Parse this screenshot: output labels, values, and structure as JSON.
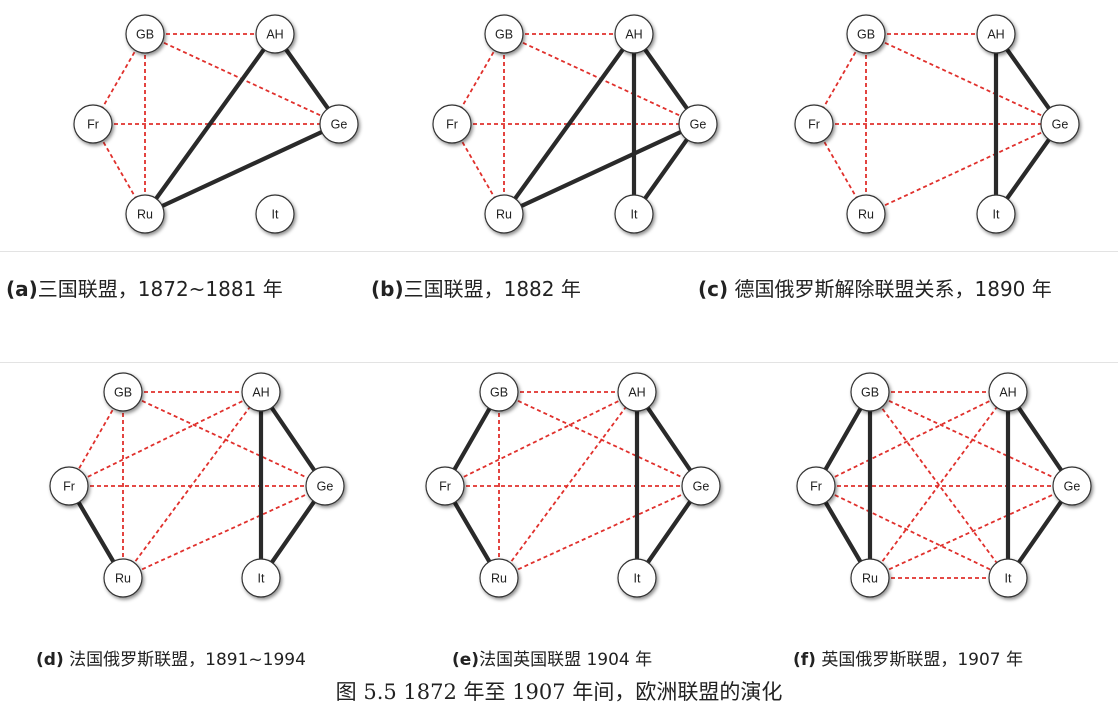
{
  "figure_caption": "图 5.5 1872 年至 1907 年间，欧洲联盟的演化",
  "colors": {
    "ally": "#2a2a2a",
    "hostile": "#e0302c",
    "node_fill": "#ffffff",
    "node_stroke": "#333333"
  },
  "panels": [
    {
      "tag": "(a)",
      "caption": "三国联盟，1872~1881 年",
      "alliances": [
        [
          "AH",
          "Ge"
        ],
        [
          "AH",
          "Ru"
        ],
        [
          "Ru",
          "Ge"
        ]
      ],
      "hostilities": [
        [
          "GB",
          "AH"
        ],
        [
          "GB",
          "Fr"
        ],
        [
          "GB",
          "Ru"
        ],
        [
          "GB",
          "Ge"
        ],
        [
          "Fr",
          "Ge"
        ],
        [
          "Fr",
          "Ru"
        ]
      ]
    },
    {
      "tag": "(b)",
      "caption": "三国联盟，1882 年",
      "alliances": [
        [
          "AH",
          "Ge"
        ],
        [
          "AH",
          "Ru"
        ],
        [
          "Ru",
          "Ge"
        ],
        [
          "AH",
          "It"
        ],
        [
          "Ge",
          "It"
        ]
      ],
      "hostilities": [
        [
          "GB",
          "AH"
        ],
        [
          "GB",
          "Fr"
        ],
        [
          "GB",
          "Ru"
        ],
        [
          "GB",
          "Ge"
        ],
        [
          "Fr",
          "Ge"
        ],
        [
          "Fr",
          "Ru"
        ]
      ]
    },
    {
      "tag": "(c)",
      "caption": "德国俄罗斯解除联盟关系，1890 年",
      "alliances": [
        [
          "AH",
          "Ge"
        ],
        [
          "AH",
          "It"
        ],
        [
          "Ge",
          "It"
        ]
      ],
      "hostilities": [
        [
          "GB",
          "AH"
        ],
        [
          "GB",
          "Fr"
        ],
        [
          "GB",
          "Ru"
        ],
        [
          "GB",
          "Ge"
        ],
        [
          "Fr",
          "Ge"
        ],
        [
          "Fr",
          "Ru"
        ],
        [
          "Ru",
          "Ge"
        ]
      ]
    },
    {
      "tag": "(d)",
      "caption": "法国俄罗斯联盟，1891~1994",
      "alliances": [
        [
          "AH",
          "Ge"
        ],
        [
          "AH",
          "It"
        ],
        [
          "Ge",
          "It"
        ],
        [
          "Fr",
          "Ru"
        ]
      ],
      "hostilities": [
        [
          "GB",
          "AH"
        ],
        [
          "GB",
          "Fr"
        ],
        [
          "GB",
          "Ru"
        ],
        [
          "GB",
          "Ge"
        ],
        [
          "Fr",
          "Ge"
        ],
        [
          "Fr",
          "AH"
        ],
        [
          "Ru",
          "AH"
        ],
        [
          "Ru",
          "Ge"
        ]
      ]
    },
    {
      "tag": "(e)",
      "caption": "法国英国联盟 1904 年",
      "alliances": [
        [
          "AH",
          "Ge"
        ],
        [
          "AH",
          "It"
        ],
        [
          "Ge",
          "It"
        ],
        [
          "Fr",
          "Ru"
        ],
        [
          "GB",
          "Fr"
        ]
      ],
      "hostilities": [
        [
          "GB",
          "AH"
        ],
        [
          "GB",
          "Ge"
        ],
        [
          "GB",
          "Ru"
        ],
        [
          "Fr",
          "Ge"
        ],
        [
          "Fr",
          "AH"
        ],
        [
          "Ru",
          "AH"
        ],
        [
          "Ru",
          "Ge"
        ]
      ]
    },
    {
      "tag": "(f)",
      "caption": "英国俄罗斯联盟，1907 年",
      "alliances": [
        [
          "AH",
          "Ge"
        ],
        [
          "AH",
          "It"
        ],
        [
          "Ge",
          "It"
        ],
        [
          "Fr",
          "Ru"
        ],
        [
          "GB",
          "Fr"
        ],
        [
          "GB",
          "Ru"
        ]
      ],
      "hostilities": [
        [
          "GB",
          "AH"
        ],
        [
          "GB",
          "Ge"
        ],
        [
          "GB",
          "It"
        ],
        [
          "Fr",
          "Ge"
        ],
        [
          "Fr",
          "AH"
        ],
        [
          "Fr",
          "It"
        ],
        [
          "Ru",
          "AH"
        ],
        [
          "Ru",
          "Ge"
        ],
        [
          "Ru",
          "It"
        ]
      ]
    }
  ]
}
